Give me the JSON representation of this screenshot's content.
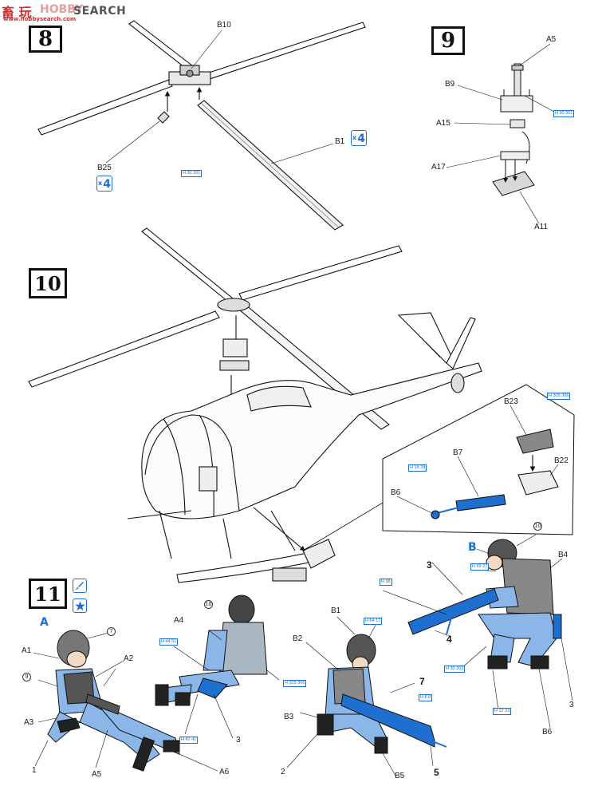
{
  "watermark": {
    "cn": "畜 玩",
    "hobby": "HOBBY",
    "site": "SEARCH",
    "url": "www.hobbysearch.com"
  },
  "steps": {
    "s8": "8",
    "s9": "9",
    "s10": "10",
    "s11": "11"
  },
  "step8": {
    "B10": "B10",
    "B25": "B25",
    "B1": "B1",
    "x4a": "4",
    "x4b": "4",
    "x": "x",
    "mark": "H 30 301"
  },
  "step9": {
    "A5": "A5",
    "B9": "B9",
    "A15": "A15",
    "A17": "A17",
    "A11": "A11",
    "mark": "H 30 301"
  },
  "step10": {
    "B23": "B23",
    "B22": "B22",
    "B7": "B7",
    "B6": "B6",
    "mark1": "H 305 306",
    "mark2": "H 18 28"
  },
  "step11": {
    "crewA": "A",
    "crewB": "B",
    "A1": "A1",
    "A2": "A2",
    "A3": "A3",
    "A4": "A4",
    "A5": "A5",
    "A6": "A6",
    "B1": "B1",
    "B2": "B2",
    "B3": "B3",
    "B4": "B4",
    "B5": "B5",
    "B6": "B6",
    "n1": "1",
    "n2": "2",
    "n3": "3",
    "n3b": "3",
    "n3c": "3",
    "n4": "4",
    "n5": "5",
    "n7": "7",
    "c7": "7",
    "c9": "9",
    "c10a": "10",
    "c10b": "10",
    "mark_a4": "H 44 51",
    "mark_a4b": "H 47 41",
    "mark_a4c": "H 325 306",
    "mark_b1": "H 64 17",
    "mark_b5": "H 8 8",
    "mark_b_head": "H 69 27",
    "mark_gun": "H 38",
    "mark_b4": "H 30 303",
    "mark_b6": "H 12 33"
  },
  "colors": {
    "blue": "#1e6fd0",
    "figure": "#8ab6e8",
    "line": "#1a1a1a"
  }
}
